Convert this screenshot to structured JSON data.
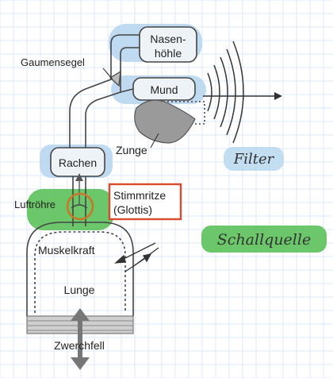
{
  "labels": {
    "nasenhoehle_1": "Nasen-",
    "nasenhoehle_2": "höhle",
    "gaumensegel": "Gaumensegel",
    "mund": "Mund",
    "zunge": "Zunge",
    "rachen": "Rachen",
    "luftroehre": "Luftröhre",
    "stimmritze_1": "Stimmritze",
    "stimmritze_2": "(Glottis)",
    "muskelkraft": "Muskelkraft",
    "lunge": "Lunge",
    "zwerchfell": "Zwerchfell"
  },
  "handwriting": {
    "filter": "Filter",
    "schallquelle": "Schallquelle"
  },
  "colors": {
    "blue_highlight": "#b9d7ef",
    "green_highlight": "#5cc15a",
    "orange_circle": "#c8782a",
    "red_box": "#d94b2e",
    "grid_line": "#dce9f7",
    "outline": "#444444",
    "gray_shape": "#9a9a9a"
  },
  "icons": {
    "sound_waves": "sound-waves-icon",
    "arrow_out": "arrow-right-icon",
    "double_arrow": "double-arrow-vertical-icon"
  }
}
